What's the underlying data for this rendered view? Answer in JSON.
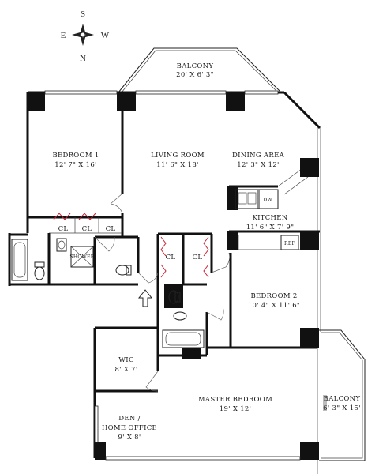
{
  "compass": {
    "north": "N",
    "south": "S",
    "east": "E",
    "west": "W"
  },
  "rooms": {
    "balcony_top": {
      "name": "BALCONY",
      "dims": "20' X 6' 3\""
    },
    "bedroom1": {
      "name": "BEDROOM 1",
      "dims": "12' 7\" X 16'"
    },
    "living": {
      "name": "LIVING ROOM",
      "dims": "11' 6\" X 18'"
    },
    "dining": {
      "name": "DINING AREA",
      "dims": "12' 3\" X 12'"
    },
    "kitchen": {
      "name": "KITCHEN",
      "dims": "11' 6\" X 7' 9\""
    },
    "bedroom2": {
      "name": "BEDROOM 2",
      "dims": "10' 4\" X 11' 6\""
    },
    "wic": {
      "name": "WIC",
      "dims": "8' X 7'"
    },
    "master": {
      "name": "MASTER BEDROOM",
      "dims": "19' X 12'"
    },
    "den_line1": {
      "name": "DEN /"
    },
    "den": {
      "name": "HOME OFFICE",
      "dims": "9' X 8'"
    },
    "balcony_right": {
      "name": "BALCONY",
      "dims": "6' 3\" X 15'"
    }
  },
  "fixtures": {
    "closet": "CL",
    "shower": "SHOWER",
    "dishwasher": "DW",
    "refrigerator": "REF"
  },
  "entry_arrow_icon": "up-arrow-icon"
}
